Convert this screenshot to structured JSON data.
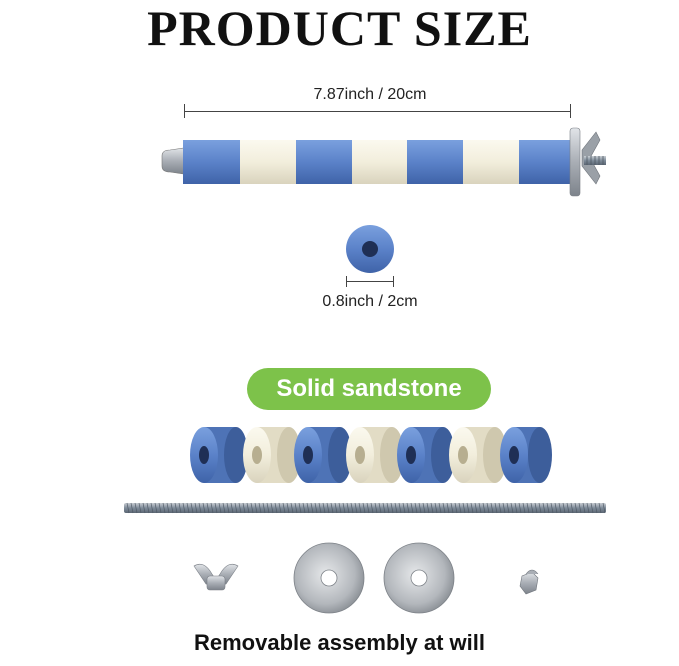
{
  "title": "PRODUCT SIZE",
  "length_label": "7.87inch / 20cm",
  "diameter_label": "0.8inch / 2cm",
  "badge_label": "Solid sandstone",
  "footer_label": "Removable assembly at will",
  "colors": {
    "blue": "#5b82c9",
    "cream": "#f2eedc",
    "badge": "#7dc24a",
    "metal": "#b8bcc2"
  }
}
